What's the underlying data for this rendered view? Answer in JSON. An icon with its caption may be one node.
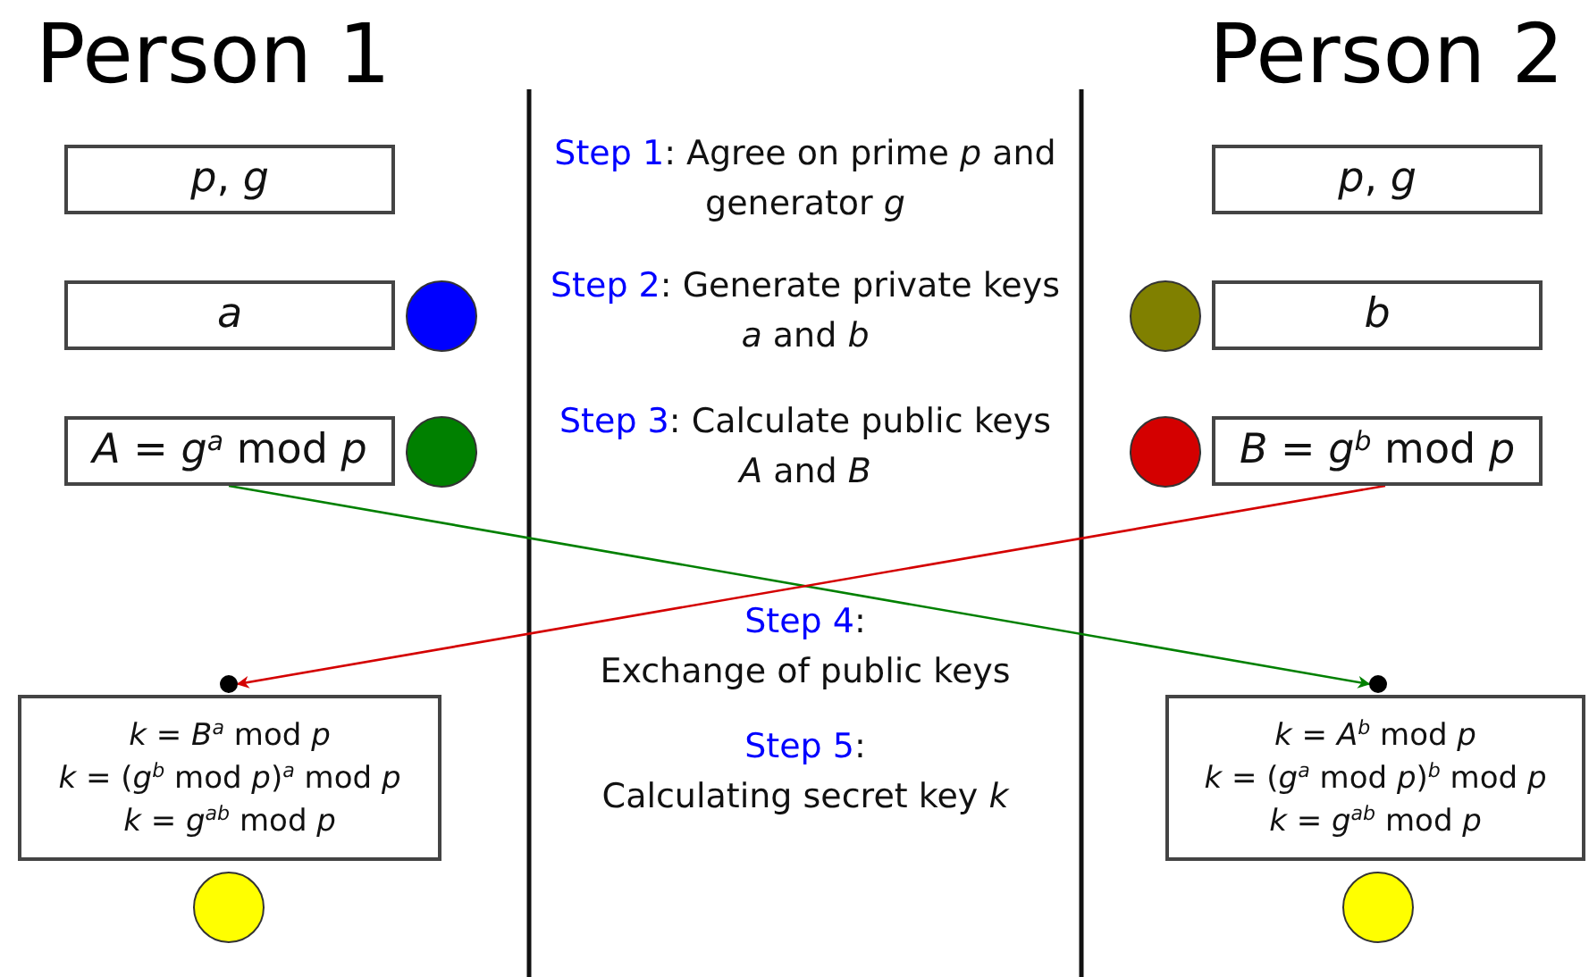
{
  "diagram": {
    "nodes": [
      {
        "text": [
          "*p*, *g*"
        ]
      },
      {
        "text": [
          "*p*, *g*"
        ]
      },
      {
        "text": [
          "a"
        ]
      },
      {
        "text": [],
        "shape": "circle"
      },
      {
        "text": [],
        "shape": "circle"
      },
      {
        "text": [
          "b"
        ]
      },
      {
        "text": [
          "*A* = *g*$^{a}$ mod *p*"
        ]
      },
      {
        "text": [],
        "shape": "circle"
      },
      {
        "text": [],
        "shape": "circle"
      },
      {
        "text": [
          "*B* = *g*$^{b}$ mod *p*"
        ]
      },
      {
        "text": [
          "*k* = *B*$^{a}$ mod *p*",
          "*k* = (*g*$^{b}$ mod *p*)$^{a}$ mod *p*",
          "*k* = *g*$^{ab}$ mod *p*"
        ]
      },
      {
        "text": [
          "*k* = *A*$^{b}$ mod *p*",
          "*k* = (*g*$^{a}$ mod *p*)$^{b}$ mod *p*",
          "*k* = *g*$^{ab}$ mod *p*"
        ]
      },
      {
        "text": [],
        "shape": "circle"
      },
      {
        "text": [],
        "shape": "circle"
      }
    ],
    "edges": [
      {
        "from": 6,
        "to": 11,
        "arrow": "to",
        "color": "#008000"
      },
      {
        "from": 9,
        "to": 10,
        "arrow": "to",
        "color": "#d40000"
      }
    ],
    "labels": [
      "Person 1",
      "Person 2",
      "Step 1: Agree on prime *p* and generator *g*",
      "Step 2: Generate private keys *a* and *b*",
      "Step 3: Calculate public keys *A* and *B*",
      "Step 4: Exchange of public keys",
      "Step 5: Calculating secret key *k*"
    ]
  }
}
